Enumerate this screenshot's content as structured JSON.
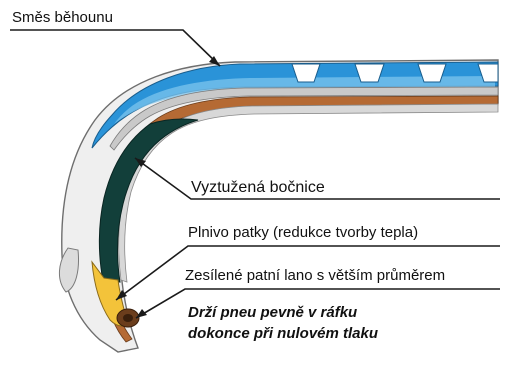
{
  "labels": {
    "tread_compound": "Směs běhounu",
    "reinforced_sidewall": "Vyztužená bočnice",
    "bead_filler": "Plnivo patky (redukce tvorby tepla)",
    "bead_cable": "Zesílené patní lano s větším průměrem"
  },
  "note": {
    "line1": "Drží pneu pevně v ráfku",
    "line2": "dokonce při nulovém tlaku"
  },
  "colors": {
    "tread_blue": "#2a93d8",
    "tread_blue_light": "#7cc4ee",
    "sidewall_green": "#123f3a",
    "bead_filler_yellow": "#f3c33a",
    "bead_cable_brown": "#6b3d1c",
    "carcass_copper": "#b56a34",
    "carcass_steel": "#c9c9c9",
    "leader_line": "#1a1a1a"
  }
}
